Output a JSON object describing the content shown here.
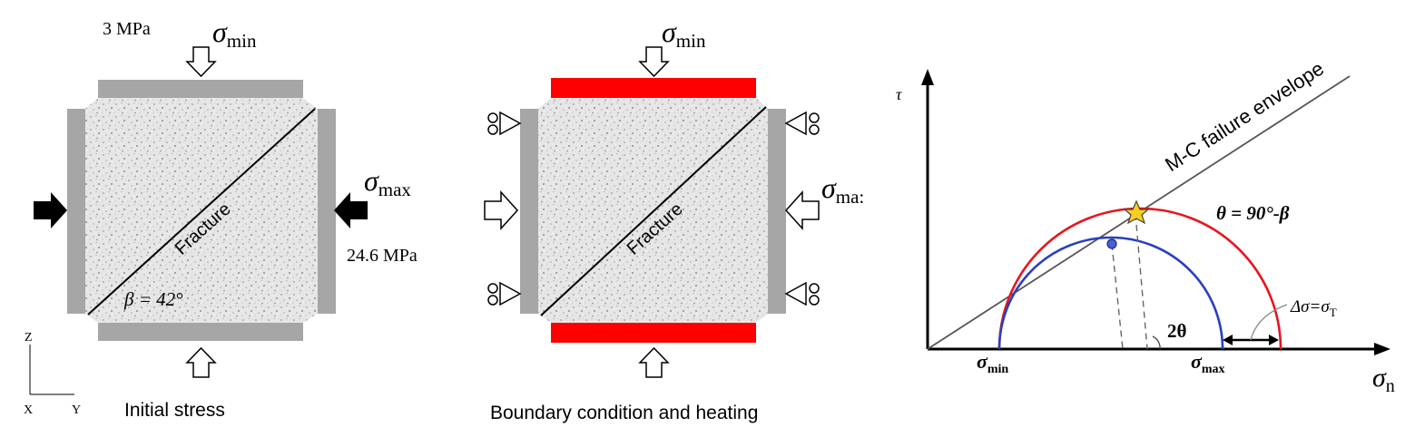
{
  "panels": {
    "initial": {
      "caption": "Initial stress",
      "top_load": "3 MPa",
      "side_load": "24.6 MPa",
      "sigma_min": {
        "sym": "σ",
        "sub": "min"
      },
      "sigma_max": {
        "sym": "σ",
        "sub": "max"
      },
      "fracture_label": "Fracture",
      "beta_label": "β = 42°",
      "axes": {
        "z": "Z",
        "x": "X",
        "y": "Y"
      }
    },
    "boundary": {
      "caption": "Boundary condition and heating",
      "sigma_min": {
        "sym": "σ",
        "sub": "min"
      },
      "sigma_max_clipped": {
        "sym": "σ",
        "sub": "ma:"
      },
      "fracture_label": "Fracture",
      "heating_color": "#ff0000"
    },
    "mohr": {
      "tau": "τ",
      "sigma_n": {
        "sym": "σ",
        "sub": "n"
      },
      "envelope_label": "M-C failure envelope",
      "theta_eq": "θ = 90°-β",
      "two_theta": "2θ",
      "delta_label": "Δσ=σ",
      "delta_sub": "T",
      "sigma_min": {
        "sym": "σ",
        "sub": "min"
      },
      "sigma_max": {
        "sym": "σ",
        "sub": "max"
      },
      "circle_colors": {
        "heated": "#e8141c",
        "initial": "#2a3fbf"
      },
      "star_color": "#f5d020"
    }
  }
}
